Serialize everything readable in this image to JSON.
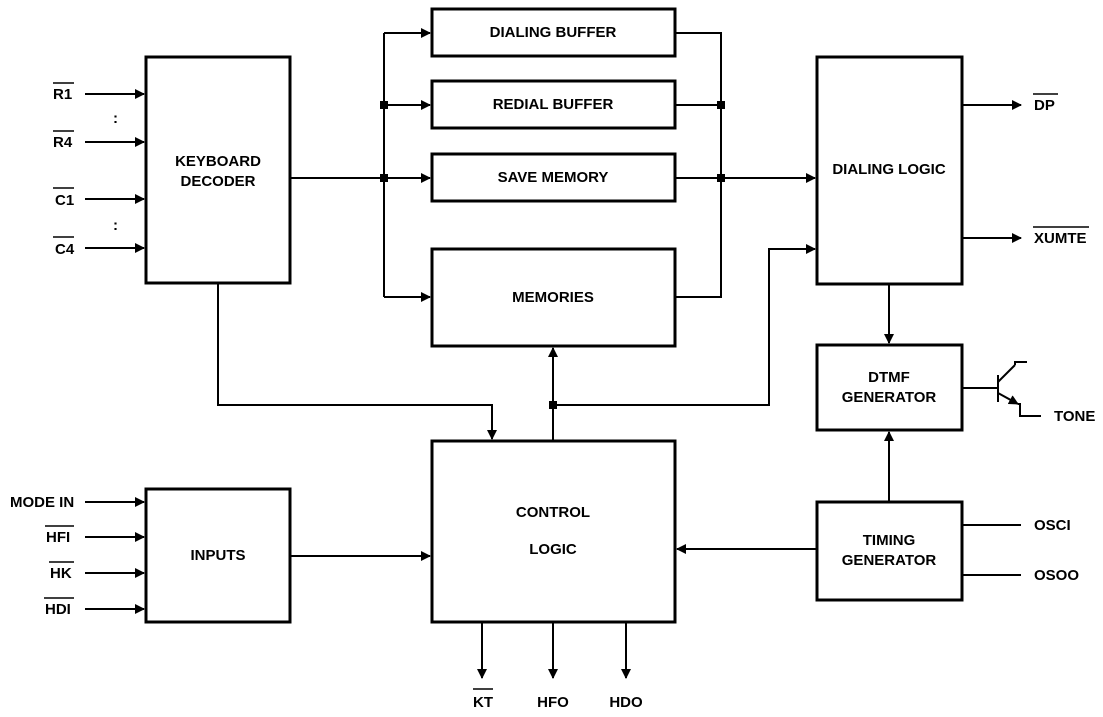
{
  "blocks": {
    "keyboard_decoder": [
      "KEYBOARD",
      "DECODER"
    ],
    "dialing_buffer": "DIALING BUFFER",
    "redial_buffer": "REDIAL BUFFER",
    "save_memory": "SAVE MEMORY",
    "memories": "MEMORIES",
    "dialing_logic": "DIALING LOGIC",
    "dtmf_generator": [
      "DTMF",
      "GENERATOR"
    ],
    "control_logic": [
      "CONTROL",
      "LOGIC"
    ],
    "inputs": "INPUTS",
    "timing_generator": [
      "TIMING",
      "GENERATOR"
    ]
  },
  "pins": {
    "r1": "R1",
    "r_ellipsis": ":",
    "r4": "R4",
    "c1": "C1",
    "c_ellipsis": ":",
    "c4": "C4",
    "mode_in": "MODE IN",
    "hfi": "HFI",
    "hk": "HK",
    "hdi": "HDI",
    "dp": "DP",
    "xumte": "XUMTE",
    "tone": "TONE",
    "osci": "OSCI",
    "osoo": "OSOO",
    "kt": "KT",
    "hfo": "HFO",
    "hdo": "HDO"
  }
}
